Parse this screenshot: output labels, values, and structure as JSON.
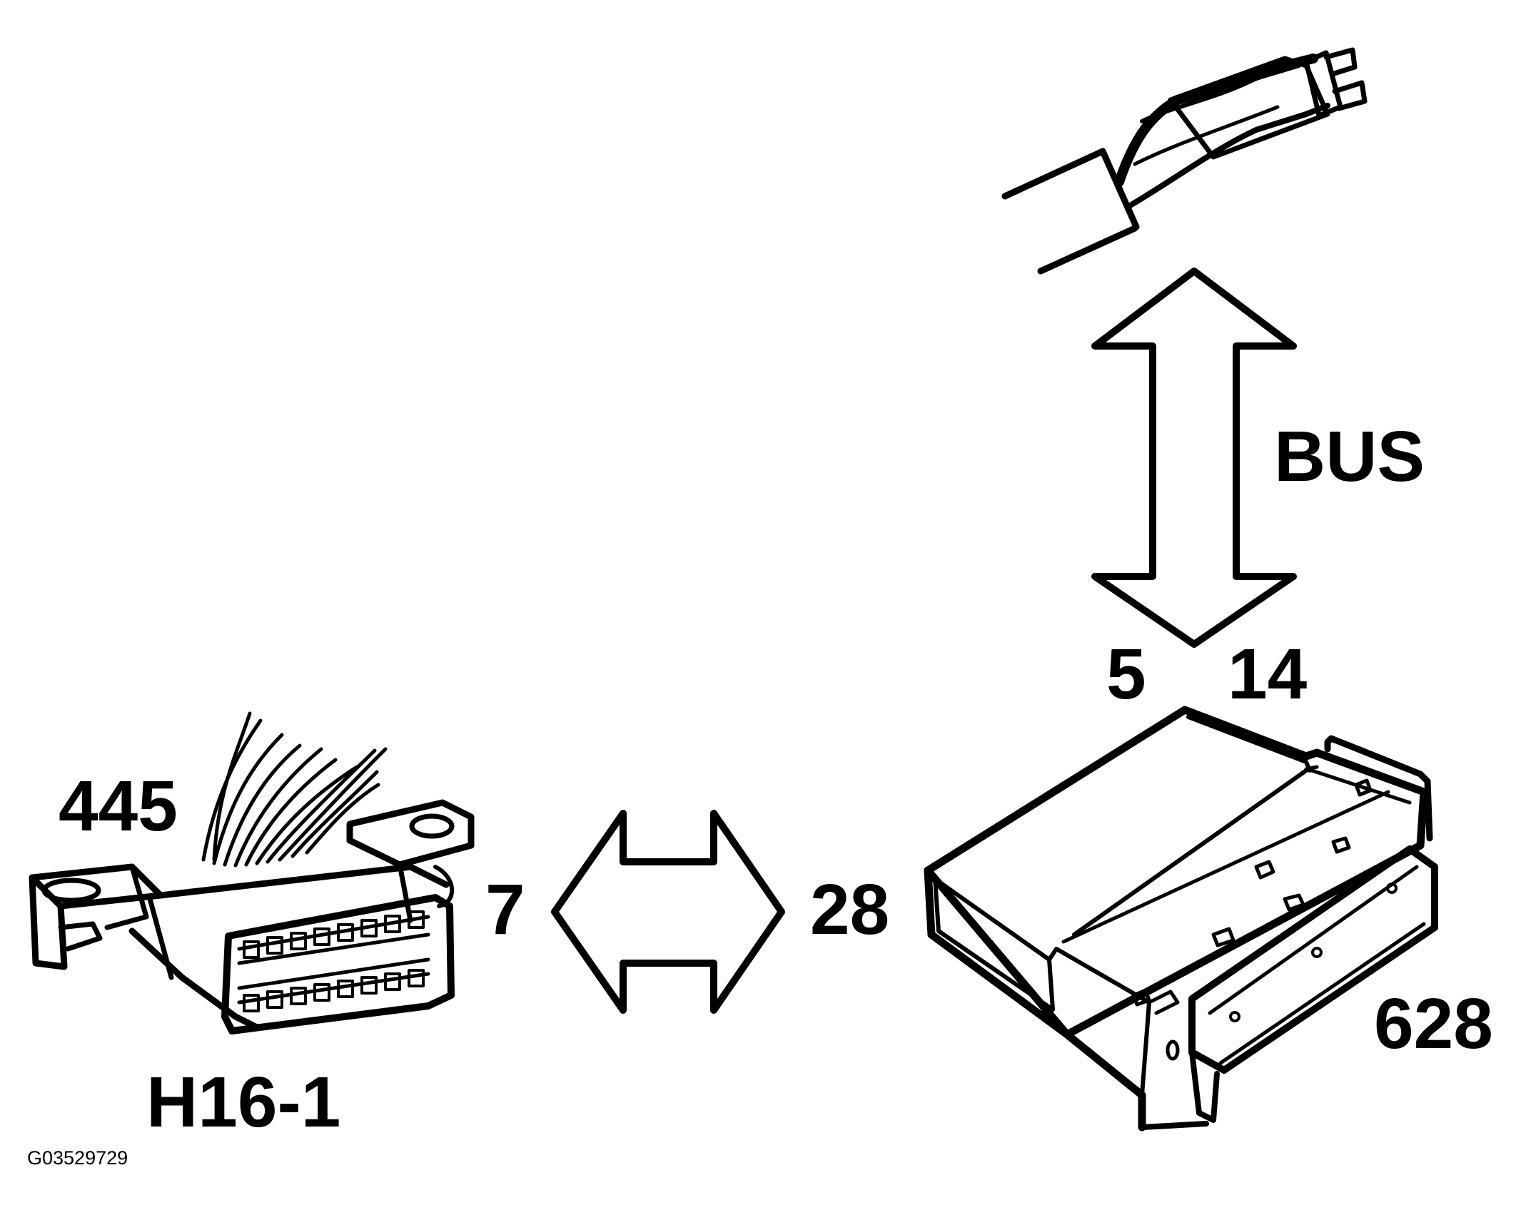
{
  "labels": {
    "connector_wire_count": "445",
    "connector_id": "H16-1",
    "connector_pin": "7",
    "module_pin_left": "28",
    "module_pin_bus_a": "5",
    "module_pin_bus_b": "14",
    "module_id": "628",
    "bus": "BUS",
    "figure_code": "G03529729"
  },
  "colors": {
    "ink": "#000000",
    "paper": "#ffffff"
  }
}
